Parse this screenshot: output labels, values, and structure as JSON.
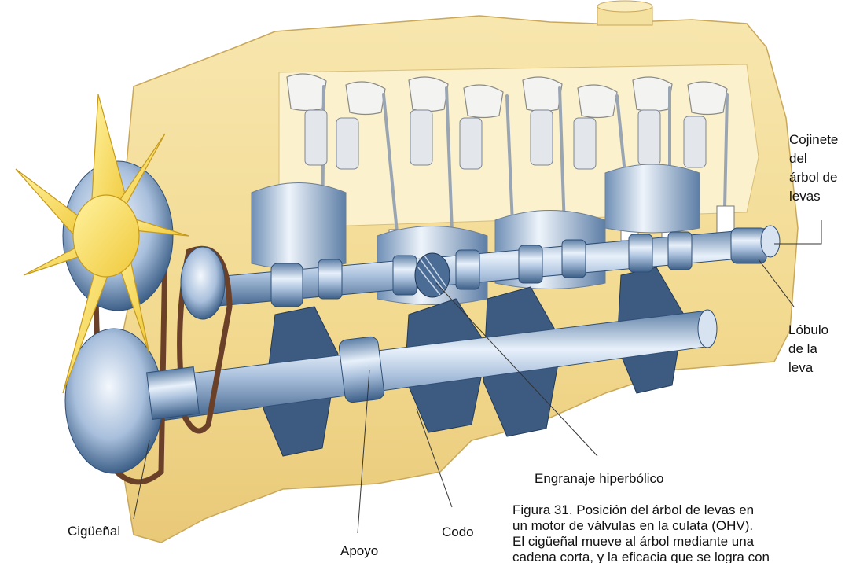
{
  "labels": {
    "camshaft_bearing": "Cojinete\ndel\nárbol de\nlevas",
    "cam_lobe": "Lóbulo\nde la\nleva",
    "hyperbolic_gear": "Engranaje hiperbólico",
    "crankshaft": "Cigüeñal",
    "crank_pin": "Codo",
    "main_journal": "Apoyo"
  },
  "caption": "Figura 31. Posición del árbol de levas en\nun motor de válvulas en la culata (OHV).\nEl cigüeñal mueve al árbol mediante una\ncadena corta, y la eficacia que se logra con"
}
